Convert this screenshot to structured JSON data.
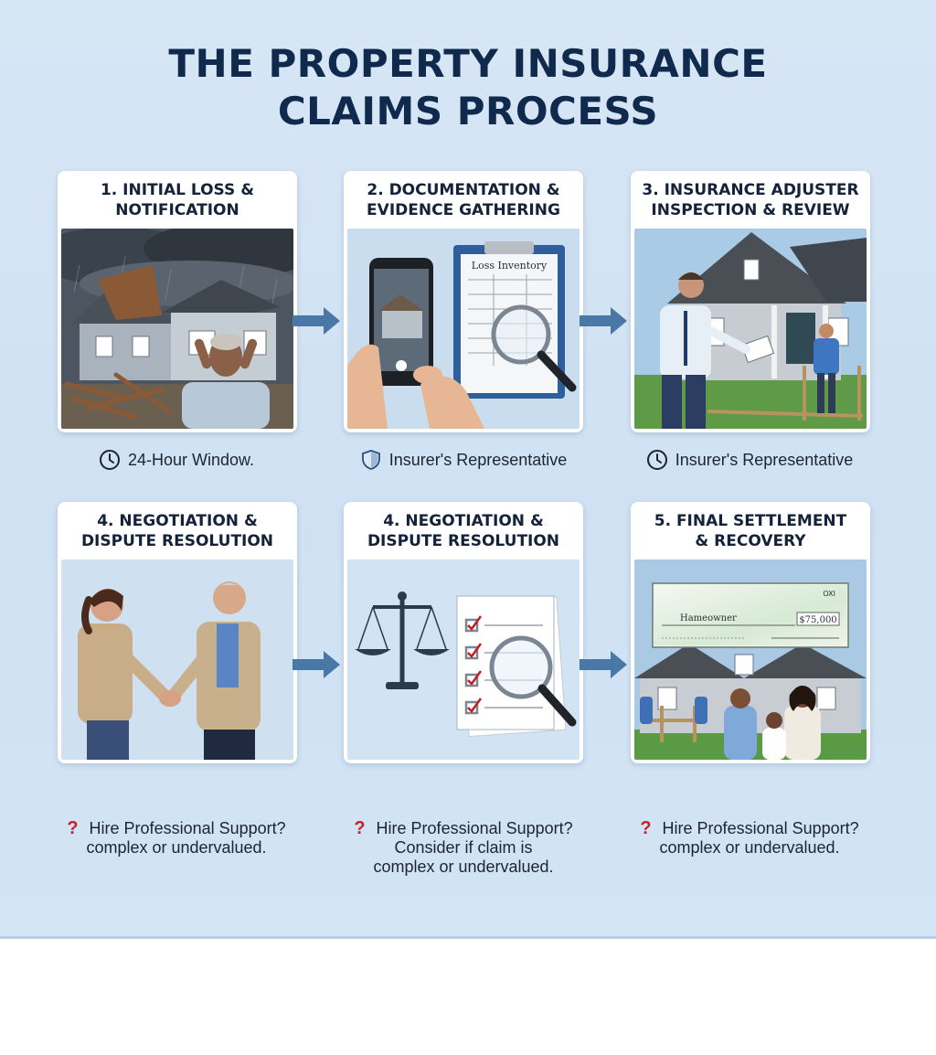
{
  "title": {
    "line1": "THE PROPERTY INSURANCE",
    "line2": "CLAIMS PROCESS"
  },
  "steps": [
    {
      "title_line1": "1. INITIAL LOSS &",
      "title_line2": "NOTIFICATION",
      "caption_icon": "clock-icon",
      "caption": "24-Hour Window."
    },
    {
      "title_line1": "2. DOCUMENTATION &",
      "title_line2": "EVIDENCE GATHERING",
      "image_label": "Loss Inventory",
      "caption_icon": "shield-icon",
      "caption": "Insurer's Representative"
    },
    {
      "title_line1": "3. INSURANCE ADJUSTER",
      "title_line2": "INSPECTION & REVIEW",
      "caption_icon": "clock-icon",
      "caption": "Insurer's Representative"
    },
    {
      "title_line1": "4. NEGOTIATION &",
      "title_line2": "DISPUTE RESOLUTION",
      "caption_icon": "question-icon",
      "caption_line1": "Hire Professional Support?",
      "caption_line2": "complex or undervalued."
    },
    {
      "title_line1": "4. NEGOTIATION &",
      "title_line2": "DISPUTE RESOLUTION",
      "caption_icon": "question-icon",
      "caption_line1": "Hire Professional Support?",
      "caption_line2": "Consider if claim is",
      "caption_line3": "complex or undervalued."
    },
    {
      "title_line1": "5. FINAL SETTLEMENT",
      "title_line2": "& RECOVERY",
      "check_corner": "OXI",
      "check_payee": "Hameowner",
      "check_amount": "$75,000",
      "caption_icon": "question-icon",
      "caption_line1": "Hire Professional Support?",
      "caption_line2": "complex or undervalued."
    }
  ],
  "colors": {
    "title": "#0f2a4d",
    "arrow": "#4a78a6",
    "question": "#c8202a",
    "background": "#d3e4f4"
  }
}
